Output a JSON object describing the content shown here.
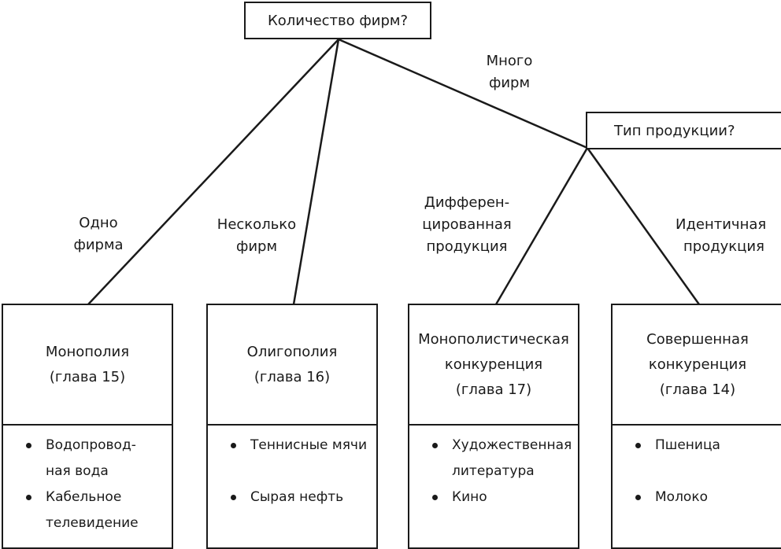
{
  "root": {
    "label": "Количество фирм?"
  },
  "many_label": [
    "Много",
    "фирм"
  ],
  "product_node": {
    "label": "Тип продукции?"
  },
  "branch_labels": {
    "one": [
      "Одно",
      "фирма"
    ],
    "several": [
      "Несколько",
      "фирм"
    ],
    "differentiated": [
      "Дифферен-",
      "цированная",
      "продукция"
    ],
    "identical": [
      "Идентичная",
      "продукция"
    ]
  },
  "boxes": [
    {
      "title": [
        "Монополия",
        "(глава 15)"
      ],
      "items": [
        "Водопровод-\nная вода",
        "Кабельное\nтелевидение"
      ]
    },
    {
      "title": [
        "Олигополия",
        "(глава 16)"
      ],
      "items": [
        "Теннисные мячи",
        "Сырая нефть"
      ]
    },
    {
      "title": [
        "Монополистическая",
        "конкуренция",
        "(глава 17)"
      ],
      "items": [
        "Художественная\nлитература",
        "Кино"
      ]
    },
    {
      "title": [
        "Совершенная",
        "конкуренция",
        "(глава 14)"
      ],
      "items": [
        "Пшеница",
        "Молоко"
      ]
    }
  ]
}
